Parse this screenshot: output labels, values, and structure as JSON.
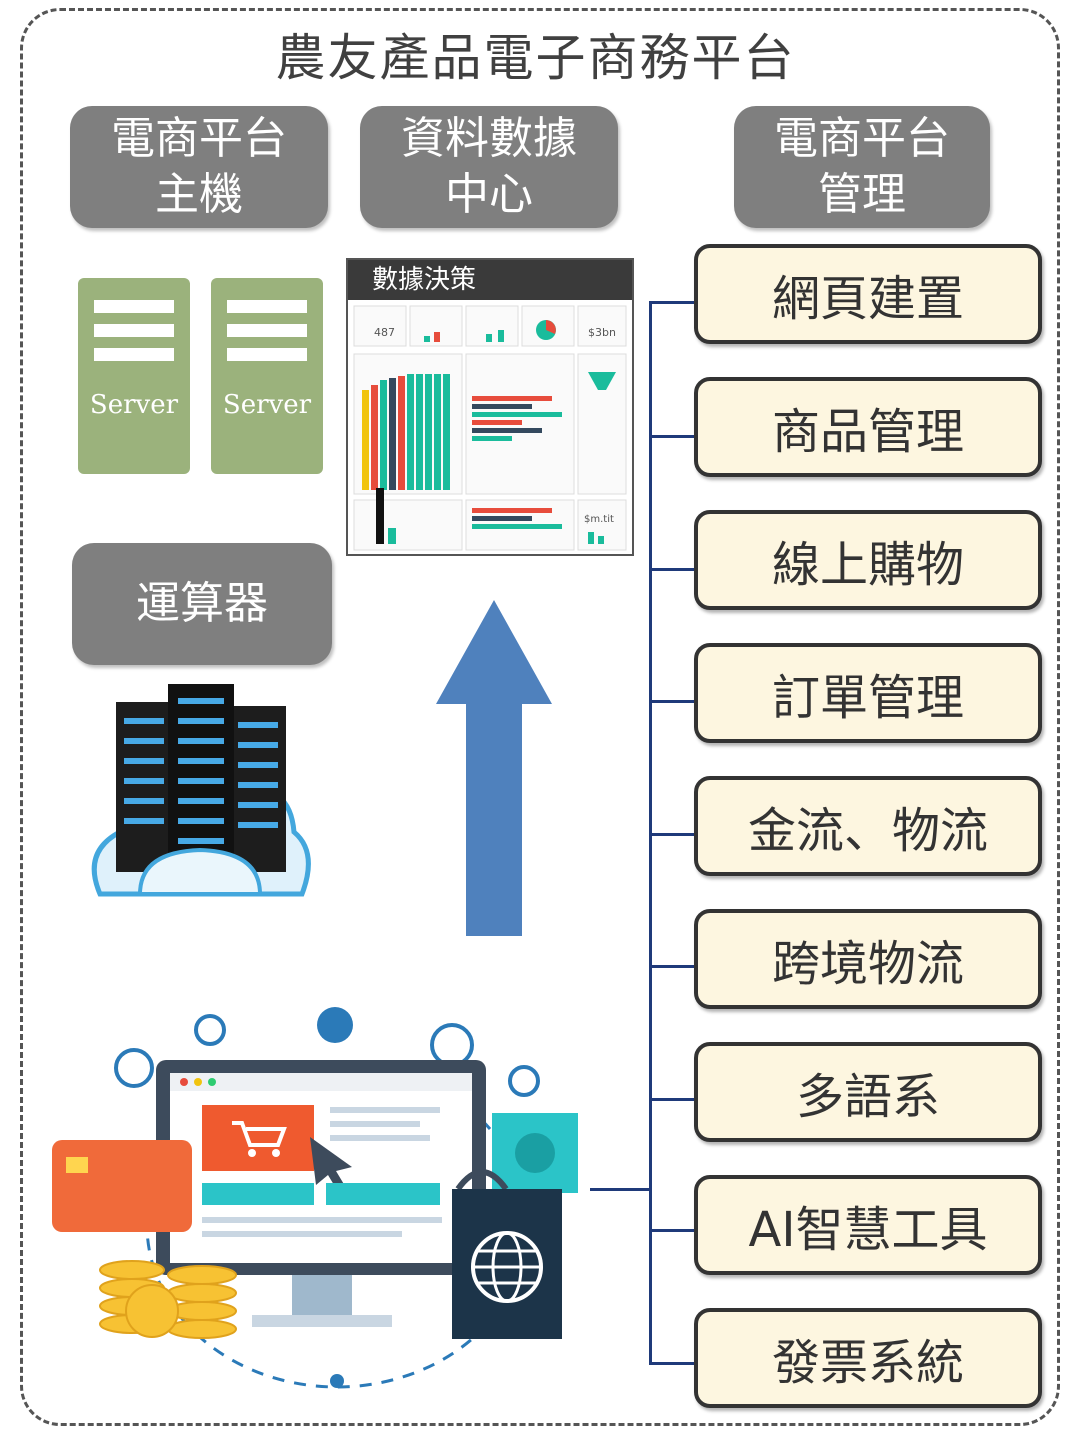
{
  "title": "農友產品電子商務平台",
  "boxes": {
    "host": {
      "line1": "電商平台",
      "line2": "主機"
    },
    "data_center": {
      "line1": "資料數據",
      "line2": "中心"
    },
    "management": {
      "line1": "電商平台",
      "line2": "管理"
    },
    "compute": {
      "line1": "運算器"
    }
  },
  "servers": [
    {
      "label": "Server"
    },
    {
      "label": "Server"
    }
  ],
  "dashboard": {
    "header": "數據決策",
    "values": [
      "487",
      "$3bn",
      "$m.tit"
    ]
  },
  "management_items": [
    "網頁建置",
    "商品管理",
    "線上購物",
    "訂單管理",
    "金流、物流",
    "跨境物流",
    "多語系",
    "AI智慧工具",
    "發票系統"
  ],
  "colors": {
    "gray": "#7f7f7f",
    "server": "#9bb27c",
    "item_fill": "#fdf6e0",
    "connector": "#1f3a7a",
    "arrow": "#4f81bd"
  }
}
